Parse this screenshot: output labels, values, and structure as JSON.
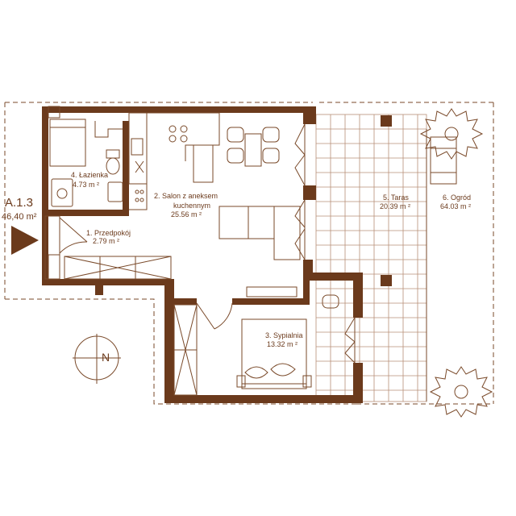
{
  "unit": {
    "code": "A.1.3",
    "area": "46,40 m²"
  },
  "rooms": [
    {
      "name": "1. Przedpokój",
      "area": "2.79 m ²"
    },
    {
      "name": "2. Salon z aneksem",
      "name2": "kuchennym",
      "area": "25.56 m ²"
    },
    {
      "name": "3. Sypialnia",
      "area": "13.32 m ²"
    },
    {
      "name": "4. Łazienka",
      "area": "4.73 m ²"
    },
    {
      "name": "5. Taras",
      "area": "20.39 m ²"
    },
    {
      "name": "6. Ogród",
      "area": "64.03 m ²"
    }
  ],
  "compass": {
    "letter": "N"
  },
  "colors": {
    "wall": "#6b3a1c",
    "line": "#7a4a2a",
    "accent": "#6b3a1c",
    "background": "#ffffff"
  }
}
